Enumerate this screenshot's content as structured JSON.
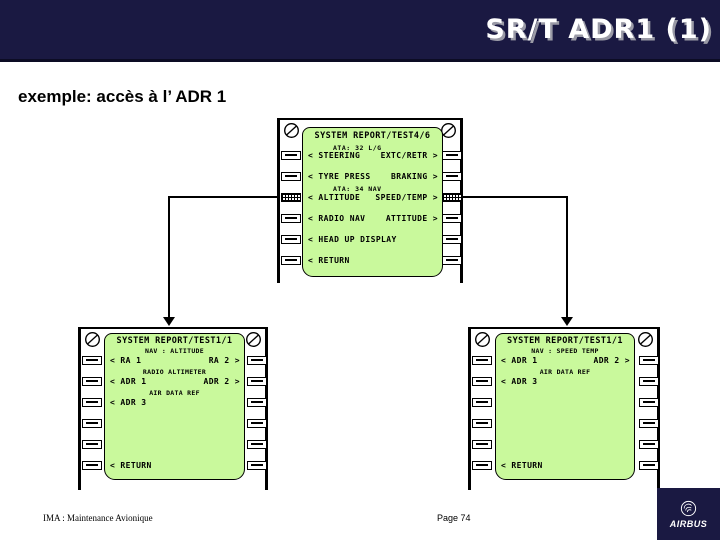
{
  "colors": {
    "header_bg": "#1a1942",
    "header_border": "#0c0c24",
    "screen_bg": "#c9f99c",
    "bezel": "#000000",
    "title_text": "#ffffff",
    "title_shadow": "#9a9aa6",
    "logo_bg": "#1a1942"
  },
  "header": {
    "title": "SR/T ADR1 (1)"
  },
  "lead": {
    "text": "exemple: accès à l’ ADR 1"
  },
  "screens": {
    "top": {
      "title": "SYSTEM REPORT/TEST",
      "page": "4/6",
      "ata_section_1": "ATA: 32  L/G",
      "ata_section_2": "ATA: 34  NAV",
      "rows": [
        {
          "left": "< STEERING",
          "right": "EXTC/RETR >",
          "left_key_pressed": false,
          "right_key_pressed": false
        },
        {
          "left": "< TYRE PRESS",
          "right": "BRAKING >",
          "left_key_pressed": false,
          "right_key_pressed": false
        },
        {
          "left": "< ALTITUDE",
          "right": "SPEED/TEMP >",
          "left_key_pressed": true,
          "right_key_pressed": true
        },
        {
          "left": "< RADIO NAV",
          "right": "ATTITUDE >",
          "left_key_pressed": false,
          "right_key_pressed": false
        },
        {
          "left": "< HEAD UP DISPLAY",
          "right": "",
          "left_key_pressed": false,
          "right_key_pressed": false
        },
        {
          "left": "< RETURN",
          "right": "",
          "left_key_pressed": false,
          "right_key_pressed": false
        }
      ]
    },
    "bottom_left": {
      "title": "SYSTEM REPORT/TEST",
      "page": "1/1",
      "subtitle": "NAV : ALTITUDE",
      "group_labels": [
        "RADIO ALTIMETER",
        "AIR DATA REF"
      ],
      "rows": [
        {
          "left": "< RA 1",
          "right": "RA 2 >"
        },
        {
          "left": "< ADR 1",
          "right": "ADR 2 >"
        },
        {
          "left": "< ADR 3",
          "right": ""
        },
        {
          "left": "< RETURN",
          "right": ""
        }
      ]
    },
    "bottom_right": {
      "title": "SYSTEM REPORT/TEST",
      "page": "1/1",
      "subtitle": "NAV : SPEED TEMP",
      "group_labels": [
        "AIR DATA REF"
      ],
      "rows": [
        {
          "left": "< ADR 1",
          "right": "ADR 2 >"
        },
        {
          "left": "< ADR 3",
          "right": ""
        },
        {
          "left": "< RETURN",
          "right": ""
        }
      ]
    }
  },
  "footer": {
    "course": "IMA : Maintenance Avionique",
    "page": "Page 74",
    "brand": "AIRBUS"
  }
}
